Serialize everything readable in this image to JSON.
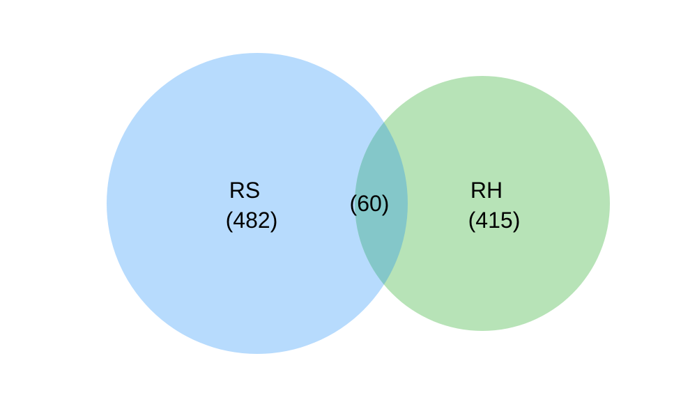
{
  "sets": [
    {
      "id": "a",
      "name": "RS",
      "count": "(482)",
      "color": "#90c8fc"
    },
    {
      "id": "b",
      "name": "RH",
      "count": "(415)",
      "color": "#90d490"
    }
  ],
  "intersection": {
    "count": "(60)",
    "color": "#84c7c9"
  }
}
